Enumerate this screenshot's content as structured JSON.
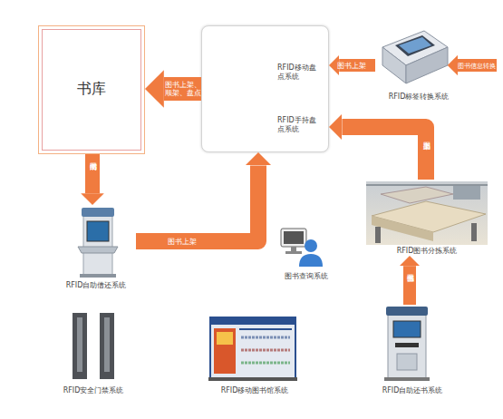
{
  "diagram": {
    "nodes": [
      {
        "text": [
          "书库"
        ]
      },
      {
        "text": []
      },
      {
        "text": [
          "RFID移动盘点系统"
        ],
        "in": 1
      },
      {
        "text": [
          "RFID手持盘点系统"
        ],
        "in": 1
      },
      {
        "text": [
          "RFID标签转换系统"
        ]
      },
      {
        "text": [
          "RFID自助借还系统"
        ]
      },
      {
        "text": [
          "图书查询系统"
        ]
      },
      {
        "text": [
          "RFID图书分拣系统"
        ]
      },
      {
        "text": [
          "RFID安全门禁系统"
        ]
      },
      {
        "text": [
          "RFID移动图书馆系统"
        ]
      },
      {
        "text": [
          "RFID自助还书系统"
        ]
      }
    ],
    "edges": [
      {
        "from": 4,
        "to": 1,
        "label": "图书上架",
        "arrow": "to"
      },
      {
        "from": 1,
        "to": 0,
        "label": "图书上架、顺架、盘点",
        "arrow": "to"
      },
      {
        "from": 0,
        "to": 5,
        "label": "图书借阅",
        "arrow": "to"
      },
      {
        "from": 5,
        "to": 1,
        "label": "图书上架",
        "arrow": "to"
      },
      {
        "from": 7,
        "to": 1,
        "label": "图书上架",
        "arrow": "to"
      },
      {
        "from": 10,
        "to": 7,
        "label": "图书分拣",
        "arrow": "to"
      }
    ],
    "labels": [
      "图书信息转换"
    ]
  }
}
